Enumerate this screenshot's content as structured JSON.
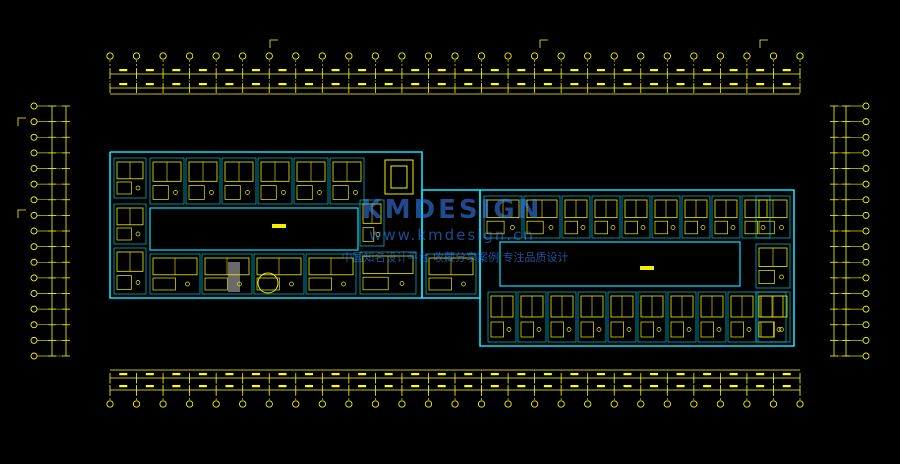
{
  "colors": {
    "background": "#000000",
    "dimension": "#ffff00",
    "wall": "#00e5ff",
    "furniture": "#f2f200",
    "watermark": "#3b86ff"
  },
  "watermark": {
    "brand": "KMDESIGN",
    "site": "www.kmdesign.cn",
    "slogan": "中国知名设计平台 收藏分享案例 专注品质设计"
  }
}
